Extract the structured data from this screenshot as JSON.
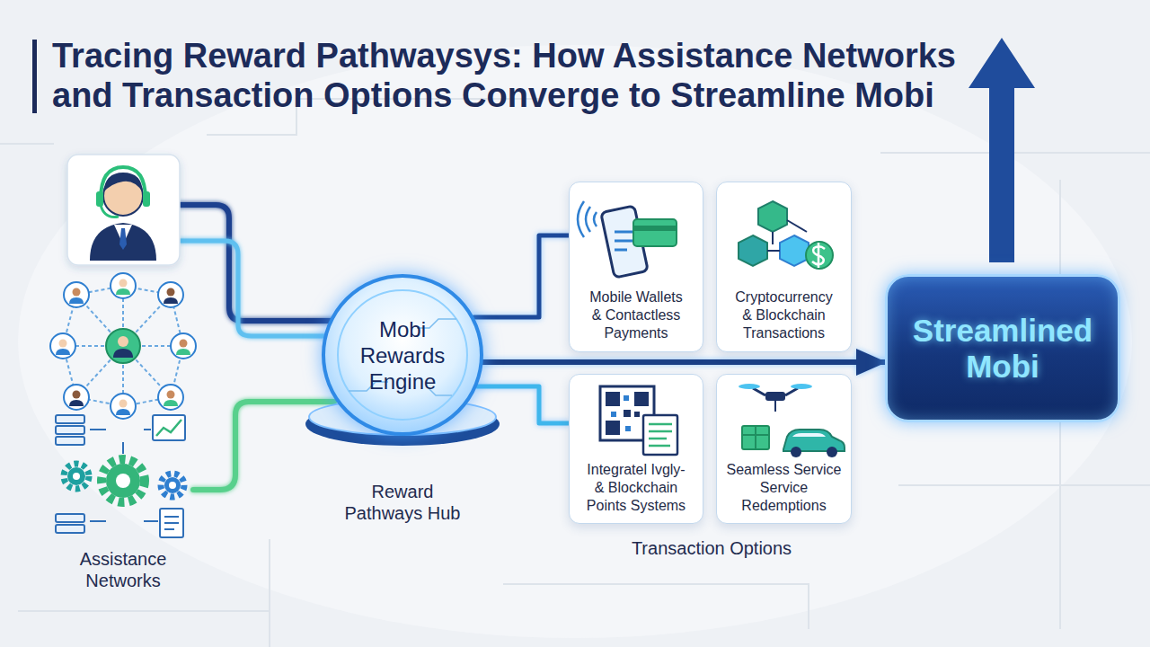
{
  "diagram": {
    "title": "Tracing Reward Pathwaysys: How Assistance Networks and Transaction Options Converge to Streamline Mobi",
    "nodes": [
      {
        "text": [
          "Mobi Rewards Engine",
          "Reward Pathways Hub"
        ]
      },
      {
        "text": [
          "Mobile Wallets & Contactless Payments"
        ]
      },
      {
        "text": [
          "Cryptocurrency & Blockchain Transactions"
        ]
      },
      {
        "text": [
          "Integratel Ivgly- & Blockchain Points Systems"
        ]
      },
      {
        "text": [
          "Seamless Service Service Redemptions"
        ]
      },
      {
        "text": [
          "Streamlined Mobi"
        ]
      }
    ],
    "edges": [
      {
        "from": 0,
        "to": 1,
        "arrow": "none"
      },
      {
        "from": 0,
        "to": 3,
        "arrow": "none"
      },
      {
        "from": 0,
        "to": 5,
        "arrow": "to"
      }
    ],
    "labels": [
      "Assistance Networks",
      "Transaction Options"
    ]
  }
}
